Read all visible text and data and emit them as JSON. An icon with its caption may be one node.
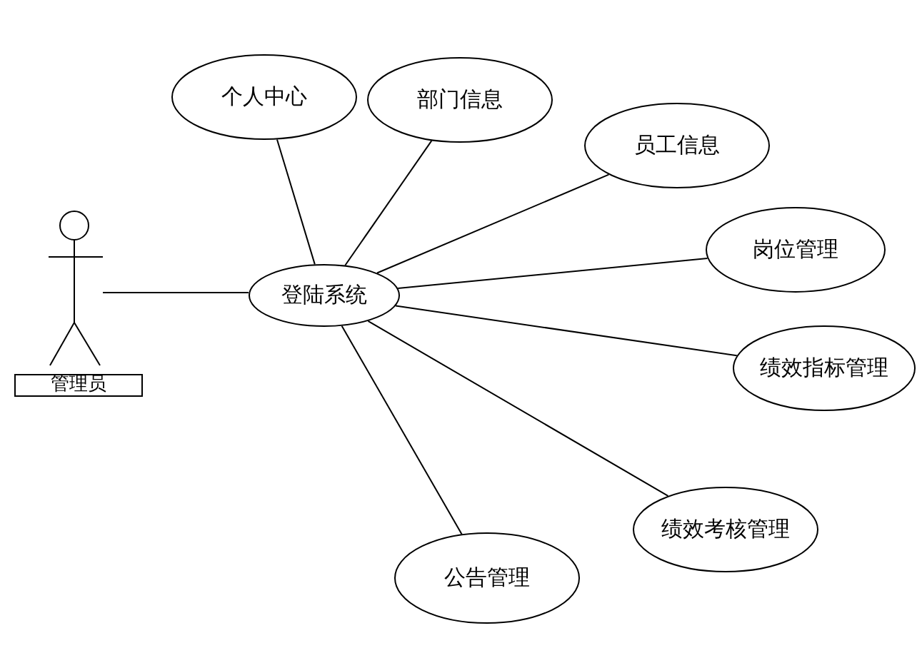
{
  "diagram": {
    "nodes": [
      {
        "text": [
          "管理员"
        ]
      },
      {
        "text": [
          "登陆系统"
        ]
      },
      {
        "text": [
          "个人中心"
        ]
      },
      {
        "text": [
          "部门信息"
        ]
      },
      {
        "text": [
          "员工信息"
        ]
      },
      {
        "text": [
          "岗位管理"
        ]
      },
      {
        "text": [
          "绩效指标管理"
        ]
      },
      {
        "text": [
          "绩效考核管理"
        ]
      },
      {
        "text": [
          "公告管理"
        ]
      }
    ],
    "edges": [
      {
        "from": 0,
        "to": 1,
        "arrow": "none"
      },
      {
        "from": 1,
        "to": 2,
        "arrow": "none"
      },
      {
        "from": 1,
        "to": 3,
        "arrow": "none"
      },
      {
        "from": 1,
        "to": 4,
        "arrow": "none"
      },
      {
        "from": 1,
        "to": 5,
        "arrow": "none"
      },
      {
        "from": 1,
        "to": 6,
        "arrow": "none"
      },
      {
        "from": 1,
        "to": 7,
        "arrow": "none"
      },
      {
        "from": 1,
        "to": 8,
        "arrow": "none"
      }
    ]
  }
}
